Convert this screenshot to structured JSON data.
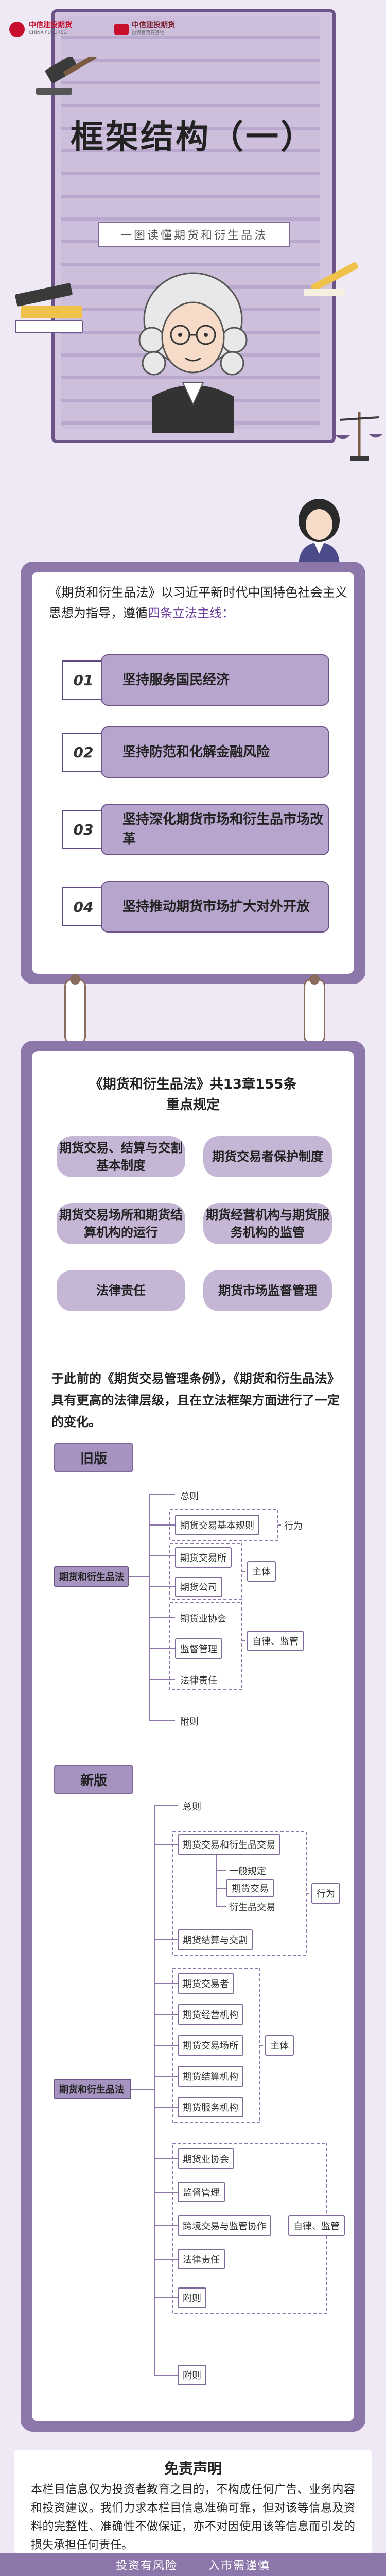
{
  "header": {
    "logo_left_cn": "中信建投期货",
    "logo_left_en": "CHINA FUTURES",
    "logo_right_cn": "中信建投期货",
    "logo_right_sub": "投资者教育基地"
  },
  "hero": {
    "title": "框架结构（一）",
    "subtitle": "一图读懂期货和衍生品法"
  },
  "intro": {
    "text_1": "《期货和衍生品法》以习近平新时代中国特色社会主义思想为指导，遵循",
    "text_hl": "四条立法主线：",
    "items": [
      {
        "num": "01",
        "label": "坚持服务国民经济"
      },
      {
        "num": "02",
        "label": "坚持防范和化解金融风险"
      },
      {
        "num": "03",
        "label": "坚持深化期货市场和衍生品市场改革"
      },
      {
        "num": "04",
        "label": "坚持推动期货市场扩大对外开放"
      }
    ]
  },
  "detail": {
    "heading_1": "《期货和衍生品法》共13章155条",
    "heading_2": "重点规定",
    "tags": [
      "期货交易、结算与交割基本制度",
      "期货交易者保护制度",
      "期货交易场所和期货结算机构的运行",
      "期货经营机构与期货服务机构的监管",
      "法律责任",
      "期货市场监督管理"
    ],
    "compare": "于此前的《期货交易管理条例》，《期货和衍生品法》具有更高的法律层级，且在立法框架方面进行了一定的变化。"
  },
  "old_tree": {
    "label": "旧版",
    "root": "期货和衍生品法",
    "n_general": "总则",
    "n_basic": "期货交易基本规则",
    "n_exchange": "期货交易所",
    "n_company": "期货公司",
    "n_assoc": "期货业协会",
    "n_supervise": "监督管理",
    "n_liability": "法律责任",
    "n_appendix": "附则",
    "g_action": "行为",
    "g_subject": "主体",
    "g_selfreg": "自律、监管"
  },
  "new_tree": {
    "label": "新版",
    "root": "期货和衍生品法",
    "n_general": "总则",
    "n_trading": "期货交易和衍生品交易",
    "n_general_rules": "一般规定",
    "n_futures_trading": "期货交易",
    "n_derivatives": "衍生品交易",
    "n_settlement": "期货结算与交割",
    "n_investor": "期货交易者",
    "n_operating": "期货经营机构",
    "n_venue": "期货交易场所",
    "n_clearing": "期货结算机构",
    "n_service": "期货服务机构",
    "n_assoc": "期货业协会",
    "n_supervise": "监督管理",
    "n_crossborder": "跨境交易与监管协作",
    "n_liability": "法律责任",
    "n_appendix": "附则",
    "g_action": "行为",
    "g_subject": "主体",
    "g_selfreg": "自律、监管"
  },
  "disclaimer": {
    "title": "免责声明",
    "text": "本栏目信息仅为投资者教育之目的，不构成任何广告、业务内容和投资建议。我们力求本栏目信息准确可靠，但对该等信息及资料的完整性、准确性不做保证，亦不对因使用该等信息而引发的损失承担任何责任。"
  },
  "footer": {
    "left": "投资有风险",
    "right": "入市需谨慎"
  },
  "colors": {
    "accent": "#8d77aa",
    "frame": "#6c5388",
    "tag": "#c5b6d6",
    "brand_red": "#c8102e"
  }
}
